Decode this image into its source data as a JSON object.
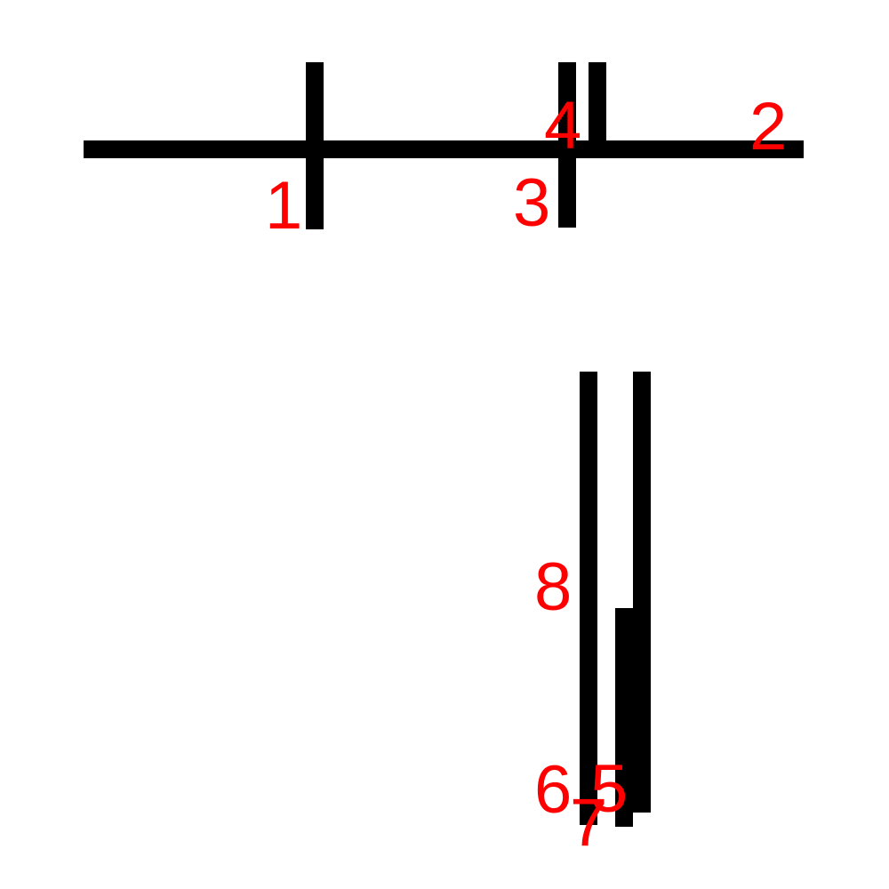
{
  "diagram": {
    "colors": {
      "background": "#ffffff",
      "segment": "#000000",
      "label": "#ff0000"
    },
    "labels": [
      "1",
      "2",
      "3",
      "4",
      "5",
      "6",
      "7",
      "8"
    ]
  }
}
